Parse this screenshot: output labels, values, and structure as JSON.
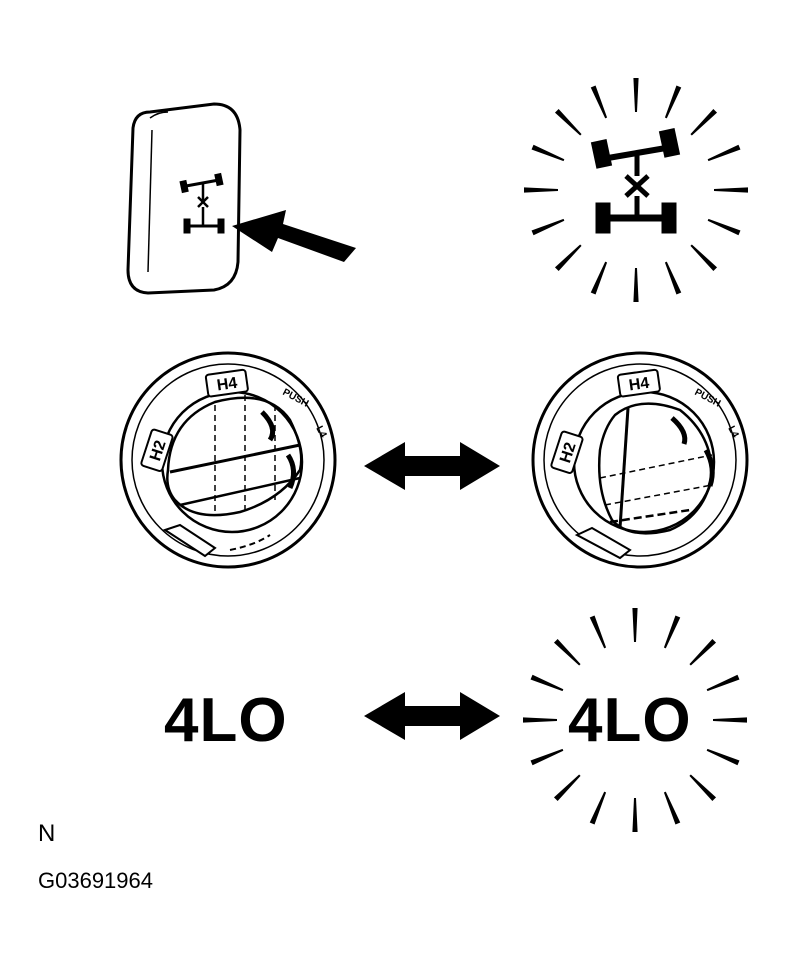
{
  "indicator_label_off": "4LO",
  "indicator_label_on": "4LO",
  "switch_left": {
    "label_h2": "H2",
    "label_h4": "H4",
    "label_push": "PUSH",
    "label_l4": "L4"
  },
  "switch_right": {
    "label_h2": "H2",
    "label_h4": "H4",
    "label_push": "PUSH",
    "label_l4": "L4"
  },
  "note_letter": "N",
  "figure_code": "G03691964",
  "colors": {
    "ink": "#000000",
    "paper": "#ffffff"
  },
  "icons": [
    "4wd-indicator-icon",
    "press-arrow-icon",
    "double-arrow-icon",
    "flash-rays-icon",
    "transfer-switch-dial-icon"
  ]
}
